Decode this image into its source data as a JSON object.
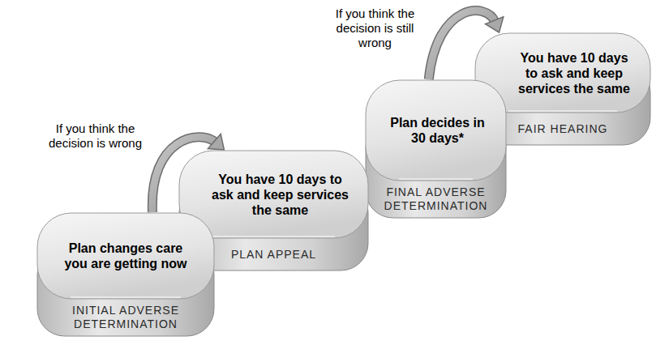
{
  "diagram": {
    "nodes": [
      {
        "text": [
          "Plan changes care you are getting now",
          "INITIAL ADVERSE DETERMINATION"
        ]
      },
      {
        "text": [
          "You have 10 days to ask and keep services the same",
          "PLAN APPEAL"
        ]
      },
      {
        "text": [
          "Plan decides in 30 days*",
          "FINAL ADVERSE DETERMINATION"
        ]
      },
      {
        "text": [
          "You have 10 days to ask and keep services the same",
          "FAIR HEARING"
        ]
      }
    ],
    "edges": [
      {
        "from": 0,
        "to": 1,
        "arrow": "to",
        "label": "If you think the decision is wrong"
      },
      {
        "from": 2,
        "to": 3,
        "arrow": "to",
        "label": "If you think the decision is still wrong"
      }
    ]
  }
}
